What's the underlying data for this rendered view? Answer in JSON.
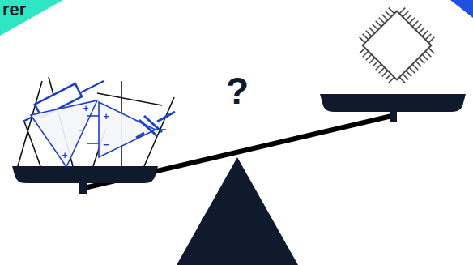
{
  "diagram": {
    "nodes": [
      {
        "text": [
          "rer"
        ]
      }
    ],
    "labels": [
      "?",
      "+",
      "−",
      "+",
      "+",
      "−"
    ]
  }
}
